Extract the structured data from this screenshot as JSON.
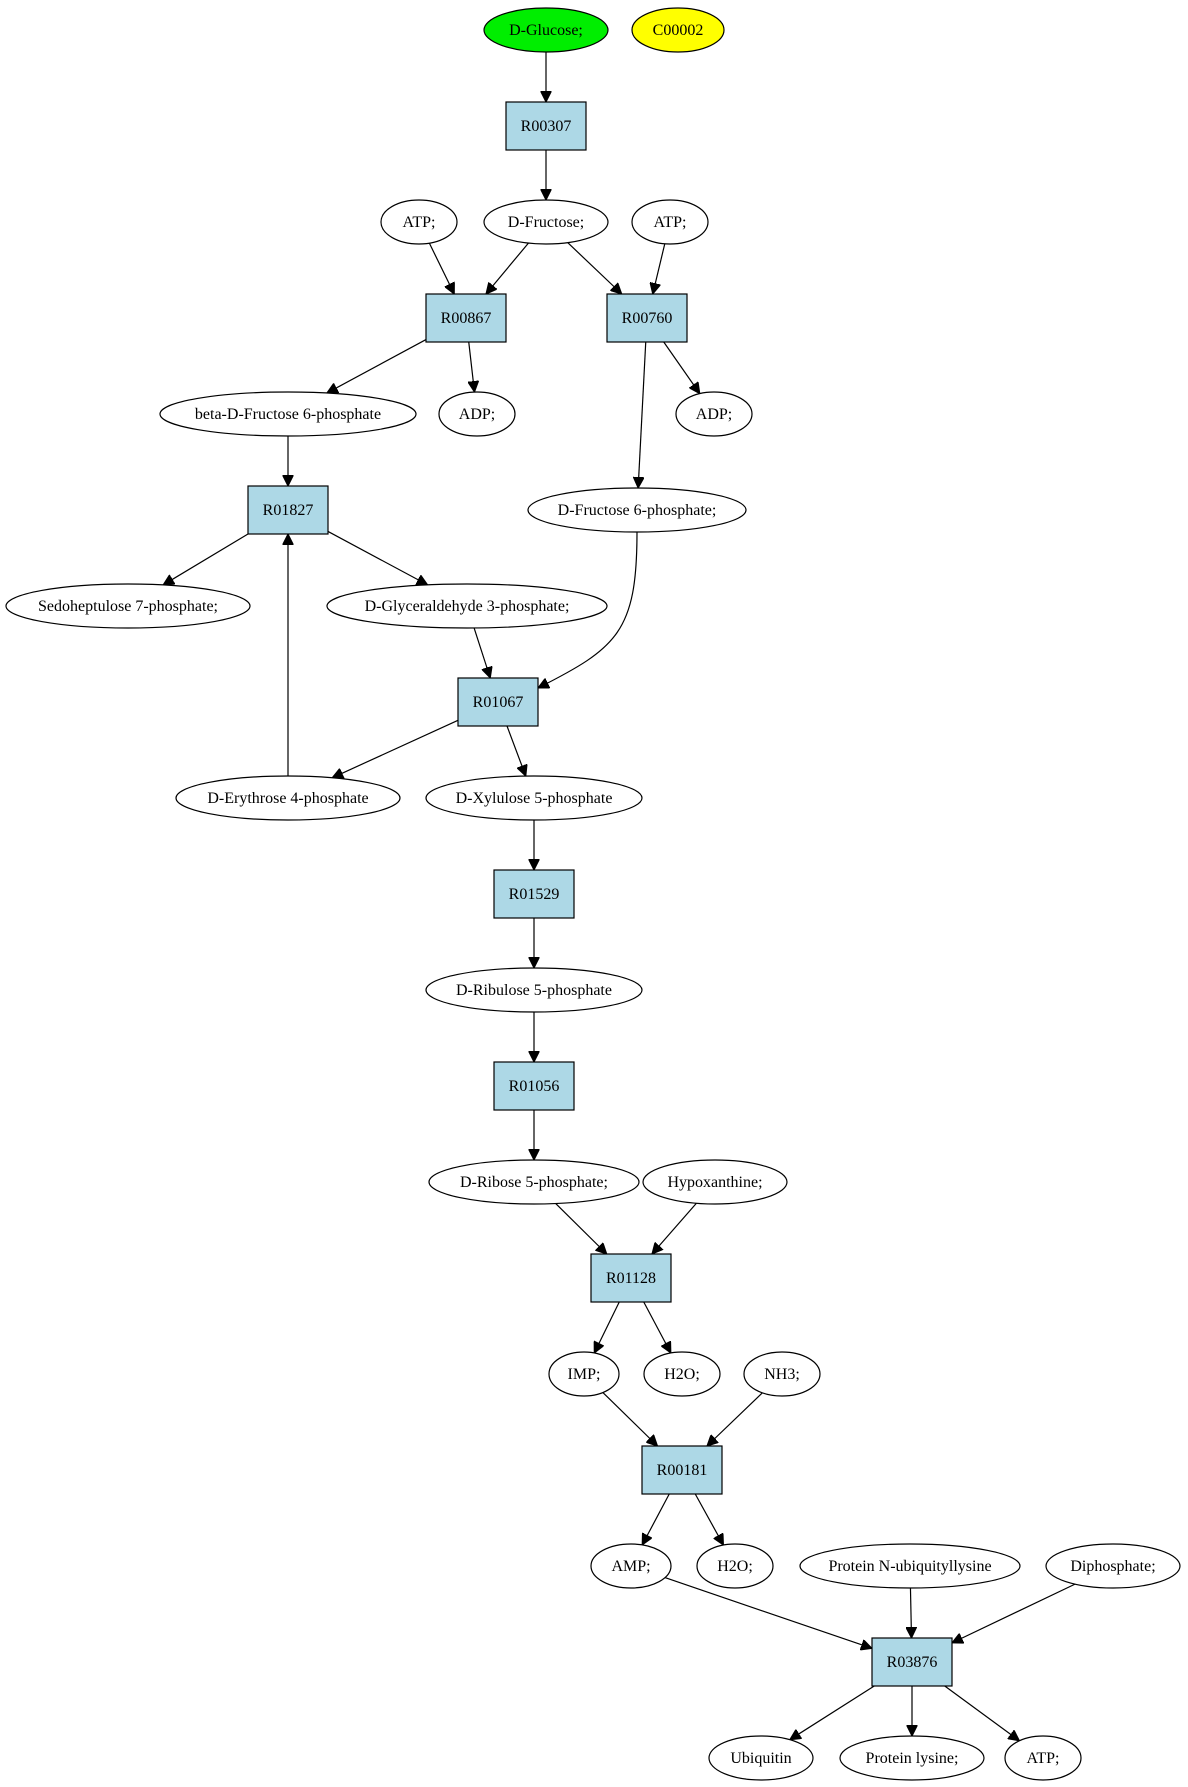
{
  "colors": {
    "background": "#ffffff",
    "reaction_fill": "#add8e6",
    "compound_fill": "#ffffff",
    "start_fill": "#00ee00",
    "highlight_fill": "#ffff00",
    "stroke": "#000000"
  },
  "nodes": [
    {
      "id": "glucose",
      "label": "D-Glucose;",
      "kind": "compound",
      "fill": "#00ee00"
    },
    {
      "id": "c00002",
      "label": "C00002",
      "kind": "compound",
      "fill": "#ffff00"
    },
    {
      "id": "R00307",
      "label": "R00307",
      "kind": "reaction"
    },
    {
      "id": "atp1",
      "label": "ATP;",
      "kind": "compound"
    },
    {
      "id": "fructose",
      "label": "D-Fructose;",
      "kind": "compound"
    },
    {
      "id": "atp2",
      "label": "ATP;",
      "kind": "compound"
    },
    {
      "id": "R00867",
      "label": "R00867",
      "kind": "reaction"
    },
    {
      "id": "R00760",
      "label": "R00760",
      "kind": "reaction"
    },
    {
      "id": "bf6p",
      "label": "beta-D-Fructose 6-phosphate",
      "kind": "compound"
    },
    {
      "id": "adp1",
      "label": "ADP;",
      "kind": "compound"
    },
    {
      "id": "adp2",
      "label": "ADP;",
      "kind": "compound"
    },
    {
      "id": "R01827",
      "label": "R01827",
      "kind": "reaction"
    },
    {
      "id": "f6p",
      "label": "D-Fructose 6-phosphate;",
      "kind": "compound"
    },
    {
      "id": "s7p",
      "label": "Sedoheptulose 7-phosphate;",
      "kind": "compound"
    },
    {
      "id": "g3p",
      "label": "D-Glyceraldehyde 3-phosphate;",
      "kind": "compound"
    },
    {
      "id": "R01067",
      "label": "R01067",
      "kind": "reaction"
    },
    {
      "id": "e4p",
      "label": "D-Erythrose 4-phosphate",
      "kind": "compound"
    },
    {
      "id": "x5p",
      "label": "D-Xylulose 5-phosphate",
      "kind": "compound"
    },
    {
      "id": "R01529",
      "label": "R01529",
      "kind": "reaction"
    },
    {
      "id": "ru5p",
      "label": "D-Ribulose 5-phosphate",
      "kind": "compound"
    },
    {
      "id": "R01056",
      "label": "R01056",
      "kind": "reaction"
    },
    {
      "id": "r5p",
      "label": "D-Ribose 5-phosphate;",
      "kind": "compound"
    },
    {
      "id": "hypo",
      "label": "Hypoxanthine;",
      "kind": "compound"
    },
    {
      "id": "R01128",
      "label": "R01128",
      "kind": "reaction"
    },
    {
      "id": "imp",
      "label": "IMP;",
      "kind": "compound"
    },
    {
      "id": "h2o1",
      "label": "H2O;",
      "kind": "compound"
    },
    {
      "id": "nh3",
      "label": "NH3;",
      "kind": "compound"
    },
    {
      "id": "R00181",
      "label": "R00181",
      "kind": "reaction"
    },
    {
      "id": "amp",
      "label": "AMP;",
      "kind": "compound"
    },
    {
      "id": "h2o2",
      "label": "H2O;",
      "kind": "compound"
    },
    {
      "id": "protn",
      "label": "Protein N-ubiquityllysine",
      "kind": "compound"
    },
    {
      "id": "diphos",
      "label": "Diphosphate;",
      "kind": "compound"
    },
    {
      "id": "R03876",
      "label": "R03876",
      "kind": "reaction"
    },
    {
      "id": "ubiq",
      "label": "Ubiquitin",
      "kind": "compound"
    },
    {
      "id": "protlys",
      "label": "Protein lysine;",
      "kind": "compound"
    },
    {
      "id": "atp3",
      "label": "ATP;",
      "kind": "compound"
    }
  ],
  "edges": [
    {
      "from": "glucose",
      "to": "R00307"
    },
    {
      "from": "R00307",
      "to": "fructose"
    },
    {
      "from": "atp1",
      "to": "R00867"
    },
    {
      "from": "fructose",
      "to": "R00867"
    },
    {
      "from": "fructose",
      "to": "R00760"
    },
    {
      "from": "atp2",
      "to": "R00760"
    },
    {
      "from": "R00867",
      "to": "bf6p"
    },
    {
      "from": "R00867",
      "to": "adp1"
    },
    {
      "from": "R00760",
      "to": "adp2"
    },
    {
      "from": "R00760",
      "to": "f6p"
    },
    {
      "from": "bf6p",
      "to": "R01827"
    },
    {
      "from": "R01827",
      "to": "s7p"
    },
    {
      "from": "R01827",
      "to": "g3p"
    },
    {
      "from": "g3p",
      "to": "R01067"
    },
    {
      "from": "f6p",
      "to": "R01067"
    },
    {
      "from": "R01067",
      "to": "e4p"
    },
    {
      "from": "R01067",
      "to": "x5p"
    },
    {
      "from": "e4p",
      "to": "R01827"
    },
    {
      "from": "x5p",
      "to": "R01529"
    },
    {
      "from": "R01529",
      "to": "ru5p"
    },
    {
      "from": "ru5p",
      "to": "R01056"
    },
    {
      "from": "R01056",
      "to": "r5p"
    },
    {
      "from": "r5p",
      "to": "R01128"
    },
    {
      "from": "hypo",
      "to": "R01128"
    },
    {
      "from": "R01128",
      "to": "imp"
    },
    {
      "from": "R01128",
      "to": "h2o1"
    },
    {
      "from": "imp",
      "to": "R00181"
    },
    {
      "from": "nh3",
      "to": "R00181"
    },
    {
      "from": "R00181",
      "to": "amp"
    },
    {
      "from": "R00181",
      "to": "h2o2"
    },
    {
      "from": "amp",
      "to": "R03876"
    },
    {
      "from": "protn",
      "to": "R03876"
    },
    {
      "from": "diphos",
      "to": "R03876"
    },
    {
      "from": "R03876",
      "to": "ubiq"
    },
    {
      "from": "R03876",
      "to": "protlys"
    },
    {
      "from": "R03876",
      "to": "atp3"
    }
  ]
}
